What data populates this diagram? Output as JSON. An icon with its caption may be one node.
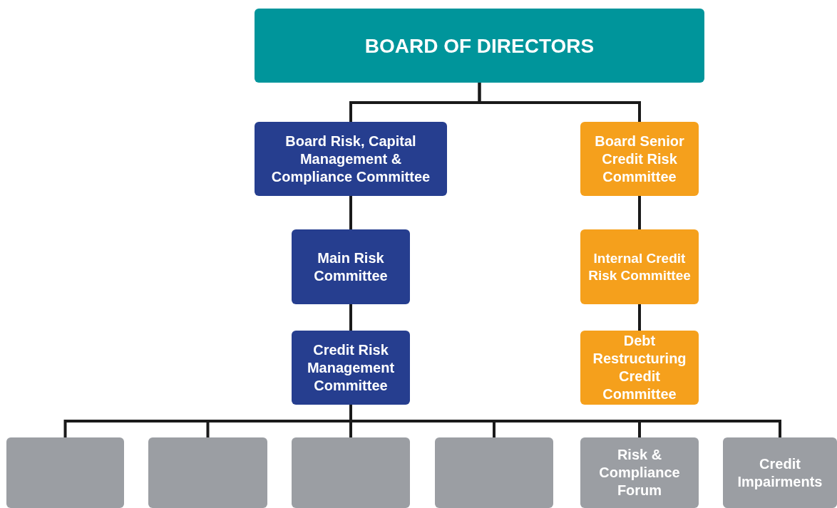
{
  "diagram": {
    "nodes": [
      {
        "text": [
          "BOARD OF DIRECTORS"
        ]
      },
      {
        "text": [
          "Board Risk, Capital Management & Compliance Committee"
        ]
      },
      {
        "text": [
          "Main Risk Committee"
        ]
      },
      {
        "text": [
          "Credit Risk Management Committee"
        ]
      },
      {
        "text": [
          "Board Senior Credit Risk Committee"
        ]
      },
      {
        "text": [
          "Internal Credit Risk Committee"
        ]
      },
      {
        "text": [
          "Debt Restructuring Credit Committee"
        ]
      },
      {
        "text": [],
        "shape": "box"
      },
      {
        "text": [],
        "shape": "box"
      },
      {
        "text": [],
        "shape": "box"
      },
      {
        "text": [],
        "shape": "box"
      },
      {
        "text": [
          "Risk & Compliance Forum"
        ]
      },
      {
        "text": [
          "Credit Impairments"
        ]
      }
    ],
    "edges": [
      {
        "from": 0,
        "to": 1,
        "arrow": "none"
      },
      {
        "from": 0,
        "to": 4,
        "arrow": "none"
      },
      {
        "from": 1,
        "to": 2,
        "arrow": "none"
      },
      {
        "from": 2,
        "to": 3,
        "arrow": "none"
      },
      {
        "from": 4,
        "to": 5,
        "arrow": "none"
      },
      {
        "from": 5,
        "to": 6,
        "arrow": "none"
      },
      {
        "from": 3,
        "to": 7,
        "arrow": "none"
      },
      {
        "from": 3,
        "to": 8,
        "arrow": "none"
      },
      {
        "from": 3,
        "to": 9,
        "arrow": "none"
      },
      {
        "from": 3,
        "to": 10,
        "arrow": "none"
      },
      {
        "from": 3,
        "to": 11,
        "arrow": "none"
      },
      {
        "from": 3,
        "to": 12,
        "arrow": "none"
      }
    ]
  }
}
